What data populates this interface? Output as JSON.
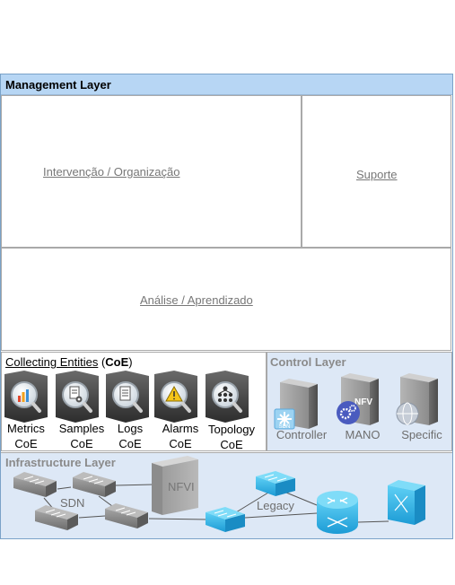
{
  "management": {
    "title": "Management Layer",
    "intervention": "Intervenção / Organização",
    "support": "Suporte",
    "analysis": "Análise / Aprendizado"
  },
  "collecting": {
    "title_link": "Collecting Entities",
    "title_paren_open": " (",
    "title_abbr": "CoE",
    "title_paren_close": ")",
    "items": [
      {
        "name": "Metrics",
        "suffix": "CoE",
        "icon": "chart-magnifier-icon"
      },
      {
        "name": "Samples",
        "suffix": "CoE",
        "icon": "gear-document-magnifier-icon"
      },
      {
        "name": "Logs",
        "suffix": "CoE",
        "icon": "document-magnifier-icon"
      },
      {
        "name": "Alarms",
        "suffix": "CoE",
        "icon": "warning-magnifier-icon"
      },
      {
        "name": "Topology",
        "suffix": "CoE",
        "icon": "hierarchy-magnifier-icon"
      }
    ]
  },
  "control": {
    "title": "Control Layer",
    "items": [
      {
        "label": "Controller",
        "badge": "SDN",
        "icon": "server-icon"
      },
      {
        "label": "MANO",
        "badge": "NFV",
        "icon": "server-icon"
      },
      {
        "label": "Specific",
        "badge": "",
        "icon": "server-icon"
      }
    ]
  },
  "infrastructure": {
    "title": "Infrastructure Layer",
    "labels": {
      "sdn": "SDN",
      "nfvi": "NFVI",
      "legacy": "Legacy"
    }
  },
  "colors": {
    "layer_header": "#b7d6f4",
    "layer_background": "#dde8f6",
    "switch_blue": "#2ab0e6",
    "switch_gray": "#8f8f8f",
    "border": "#a9a9a9"
  }
}
